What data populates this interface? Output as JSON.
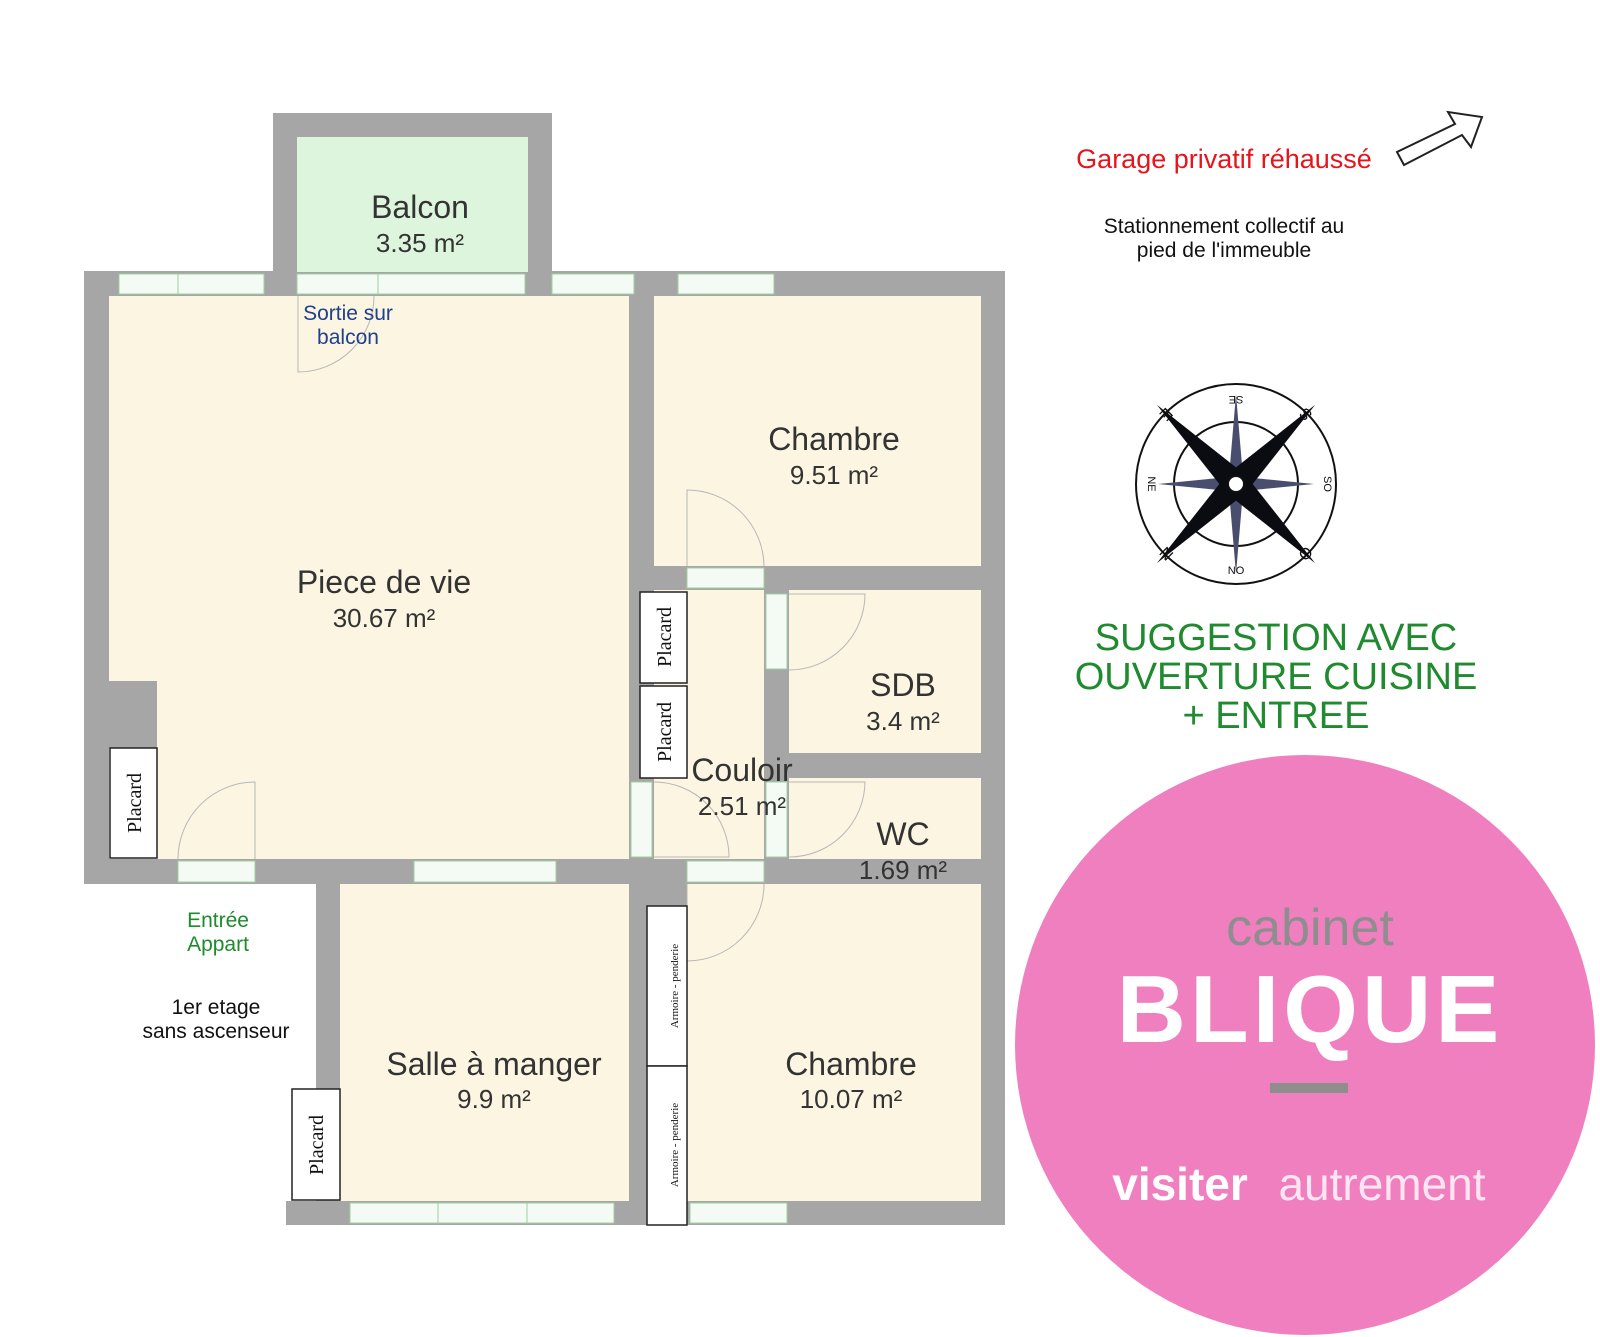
{
  "rooms": {
    "balcon": {
      "name": "Balcon",
      "area": "3.35 m²"
    },
    "piece_de_vie": {
      "name": "Piece de vie",
      "area": "30.67 m²"
    },
    "chambre1": {
      "name": "Chambre",
      "area": "9.51 m²"
    },
    "sdb": {
      "name": "SDB",
      "area": "3.4 m²"
    },
    "couloir": {
      "name": "Couloir",
      "area": "2.51 m²"
    },
    "wc": {
      "name": "WC",
      "area": "1.69 m²"
    },
    "salle_a_manger": {
      "name": "Salle à manger",
      "area": "9.9 m²"
    },
    "chambre2": {
      "name": "Chambre",
      "area": "10.07 m²"
    }
  },
  "fixtures": {
    "placard": "Placard",
    "armoire": "Armoire - penderie"
  },
  "annotations": {
    "sortie_balcon": [
      "Sortie sur",
      "balcon"
    ],
    "entree": [
      "Entrée",
      "Appart"
    ],
    "etage": [
      "1er etage",
      "sans ascenseur"
    ],
    "garage": "Garage privatif réhaussé",
    "stationnement": [
      "Stationnement collectif au",
      "pied de l'immeuble"
    ],
    "suggestion": [
      "SUGGESTION AVEC",
      "OUVERTURE CUISINE",
      "+ ENTREE"
    ]
  },
  "compass": {
    "labels": [
      "E",
      "SE",
      "S",
      "SO",
      "O",
      "NO",
      "N",
      "NE"
    ]
  },
  "logo": {
    "top": "cabinet",
    "main": "BLIQUE",
    "tag_bold": "visiter",
    "tag_light": "autrement"
  },
  "colors": {
    "wall": "#a6a6a6",
    "room": "#fbf5e1",
    "balcony": "#ddf5dd",
    "pink": "#f07fbf",
    "red": "#e8141b",
    "green": "#1f8a2e",
    "blue": "#1f3f8f"
  }
}
